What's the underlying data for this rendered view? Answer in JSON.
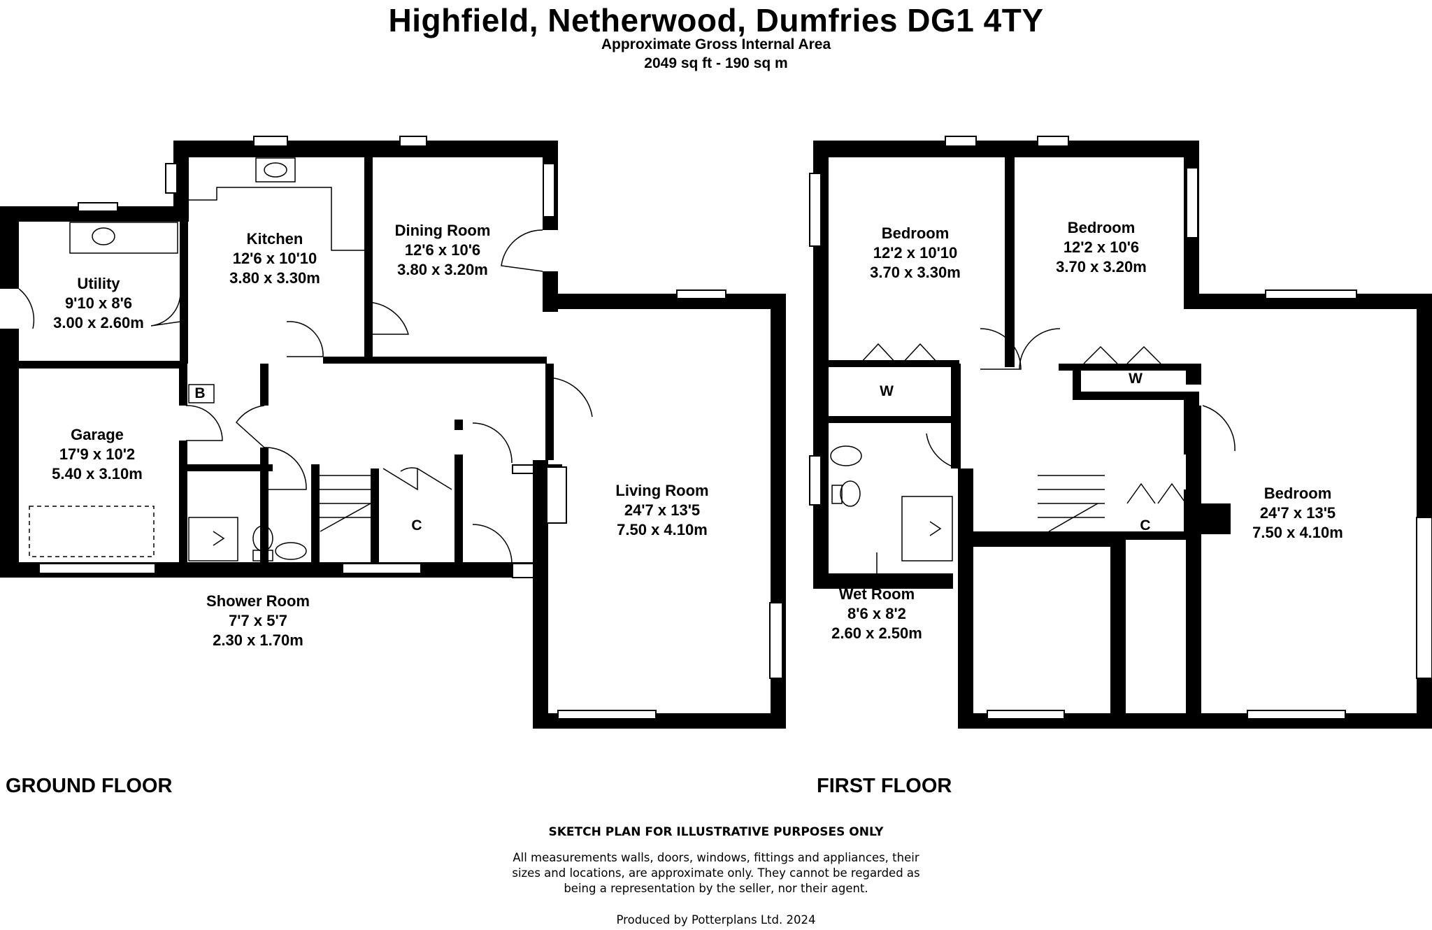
{
  "title": "Highfield, Netherwood, Dumfries DG1 4TY",
  "area_caption": "Approximate Gross Internal Area",
  "area_value": "2049 sq ft - 190 sq m",
  "floors": {
    "ground": {
      "label": "GROUND FLOOR",
      "rooms": {
        "utility": {
          "name": "Utility",
          "imperial": "9'10 x 8'6",
          "metric": "3.00 x 2.60m"
        },
        "kitchen": {
          "name": "Kitchen",
          "imperial": "12'6 x 10'10",
          "metric": "3.80 x 3.30m"
        },
        "dining": {
          "name": "Dining Room",
          "imperial": "12'6 x 10'6",
          "metric": "3.80 x 3.20m"
        },
        "garage": {
          "name": "Garage",
          "imperial": "17'9 x 10'2",
          "metric": "5.40 x 3.10m"
        },
        "living": {
          "name": "Living Room",
          "imperial": "24'7 x 13'5",
          "metric": "7.50 x 4.10m"
        },
        "shower": {
          "name": "Shower Room",
          "imperial": "7'7 x 5'7",
          "metric": "2.30 x 1.70m"
        }
      },
      "tags": {
        "boiler": "B",
        "cupboard": "C"
      }
    },
    "first": {
      "label": "FIRST FLOOR",
      "rooms": {
        "bedroom1": {
          "name": "Bedroom",
          "imperial": "12'2 x 10'10",
          "metric": "3.70 x 3.30m"
        },
        "bedroom2": {
          "name": "Bedroom",
          "imperial": "12'2 x 10'6",
          "metric": "3.70 x 3.20m"
        },
        "bedroom3": {
          "name": "Bedroom",
          "imperial": "24'7 x 13'5",
          "metric": "7.50 x 4.10m"
        },
        "wetroom": {
          "name": "Wet Room",
          "imperial": "8'6 x 8'2",
          "metric": "2.60 x 2.50m"
        }
      },
      "tags": {
        "wardrobe1": "W",
        "wardrobe2": "W",
        "cupboard": "C"
      }
    }
  },
  "disclaimer": {
    "title": "SKETCH PLAN FOR ILLUSTRATIVE PURPOSES ONLY",
    "line1": "All measurements walls, doors, windows, fittings and appliances, their",
    "line2": "sizes and locations, are approximate only. They cannot be regarded as",
    "line3": "being a representation by the seller, nor their agent."
  },
  "produced_by": "Produced by Potterplans Ltd. 2024"
}
